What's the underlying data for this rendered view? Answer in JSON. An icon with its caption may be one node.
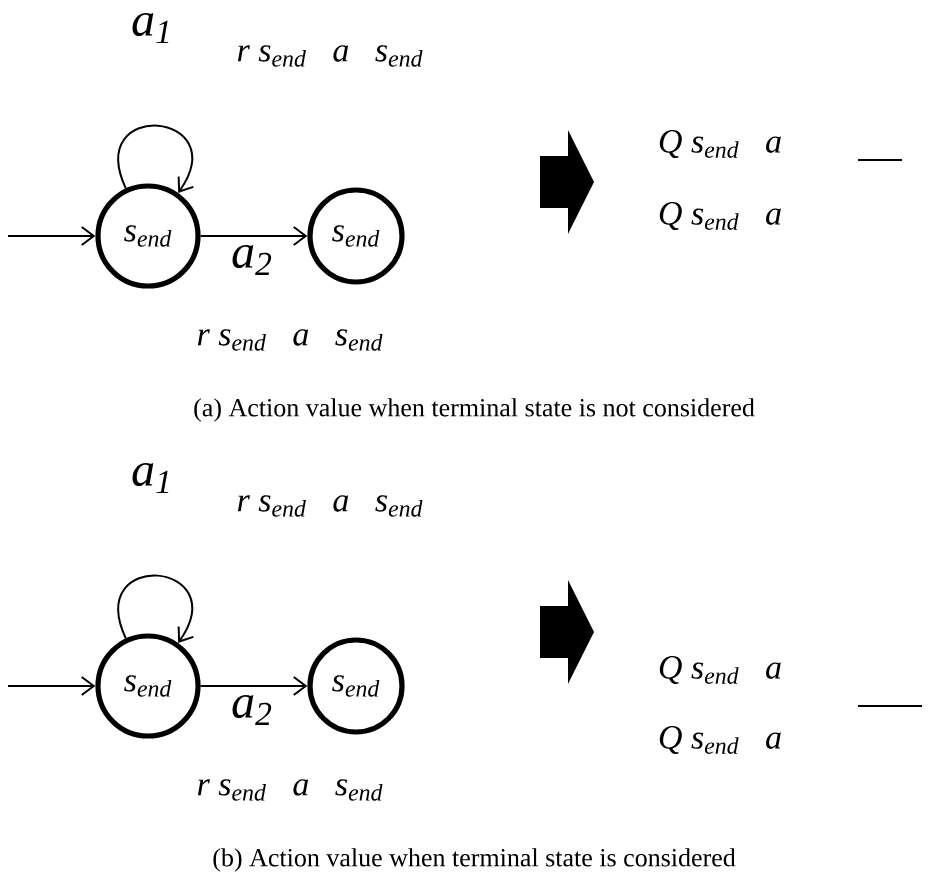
{
  "diagram": {
    "nodes": [
      {
        "text": [
          "s$_{end}$"
        ]
      },
      {
        "text": [
          "s$_{end}$"
        ]
      },
      {
        "text": [
          "s$_{end}$"
        ]
      },
      {
        "text": [
          "s$_{end}$"
        ]
      }
    ],
    "edges": [
      {
        "from": null,
        "to": 0,
        "arrow": "to"
      },
      {
        "from": 0,
        "to": 0,
        "arrow": "to",
        "label": "a$_{1}$"
      },
      {
        "from": 0,
        "to": 1,
        "arrow": "to",
        "label": "a$_{2}$"
      },
      {
        "from": null,
        "to": 2,
        "arrow": "to"
      },
      {
        "from": 2,
        "to": 2,
        "arrow": "to",
        "label": "a$_{1}$"
      },
      {
        "from": 2,
        "to": 3,
        "arrow": "to",
        "label": "a$_{2}$"
      }
    ],
    "labels": [
      "r s$_{end}$   a   s$_{end}$",
      "r s$_{end}$   a   s$_{end}$",
      "Q s$_{end}$   a",
      "Q s$_{end}$   a",
      "(a) Action value when terminal state is not considered",
      "r s$_{end}$   a   s$_{end}$",
      "r s$_{end}$   a   s$_{end}$",
      "Q s$_{end}$   a",
      "Q s$_{end}$   a",
      "(b) Action value when terminal state is considered"
    ]
  }
}
